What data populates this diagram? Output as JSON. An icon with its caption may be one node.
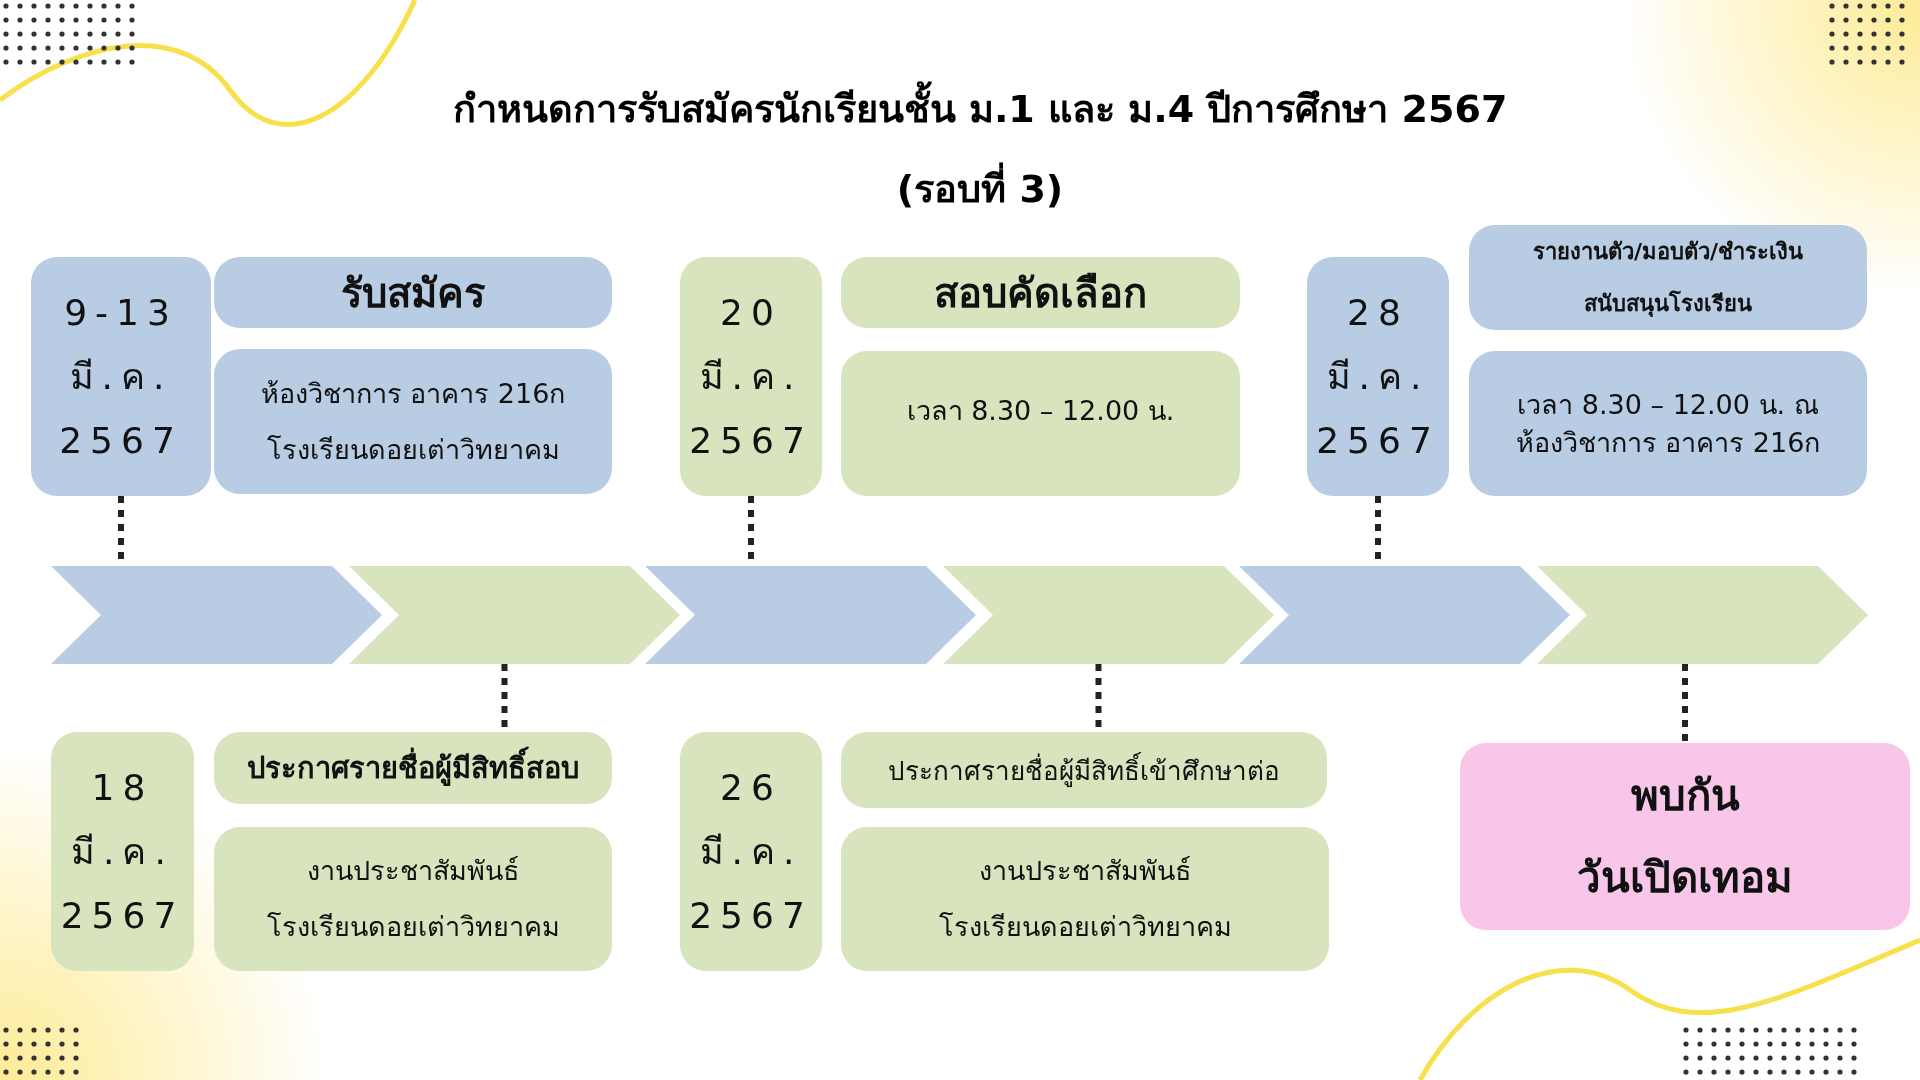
{
  "diagram": {
    "title": "กำหนดการรับสมัครนักเรียนชั้น ม.1 และ ม.4  ปีการศึกษา 2567",
    "nodes": [
      {
        "text": [
          "9-13 มี.ค. 2567"
        ]
      },
      {
        "text": [
          "รับสมัคร"
        ]
      },
      {
        "text": [
          "ห้องวิชาการ อาคาร 216ก โรงเรียนดอยเต่าวิทยาคม"
        ]
      },
      {
        "text": [
          "20 มี.ค. 2567"
        ]
      },
      {
        "text": [
          "สอบคัดเลือก"
        ]
      },
      {
        "text": [
          "เวลา 8.30 – 12.00 น."
        ]
      },
      {
        "text": [
          "28 มี.ค. 2567"
        ]
      },
      {
        "text": [
          "รายงานตัว/มอบตัว/ชำระเงิน สนับสนุนโรงเรียน"
        ]
      },
      {
        "text": [
          "เวลา 8.30 – 12.00 น. ณ ห้องวิชาการ อาคาร 216ก"
        ]
      },
      {
        "text": [],
        "shape": "chevron"
      },
      {
        "text": [],
        "shape": "chevron"
      },
      {
        "text": [],
        "shape": "chevron"
      },
      {
        "text": [],
        "shape": "chevron"
      },
      {
        "text": [],
        "shape": "chevron"
      },
      {
        "text": [],
        "shape": "chevron"
      },
      {
        "text": [
          "18 มี.ค. 2567"
        ]
      },
      {
        "text": [
          "ประกาศรายชื่อผู้มีสิทธิ์สอบ"
        ]
      },
      {
        "text": [
          "งานประชาสัมพันธ์ โรงเรียนดอยเต่าวิทยาคม"
        ]
      },
      {
        "text": [
          "26 มี.ค. 2567"
        ]
      },
      {
        "text": [
          "ประกาศรายชื่อผู้มีสิทธิ์เข้าศึกษาต่อ"
        ]
      },
      {
        "text": [
          "งานประชาสัมพันธ์ โรงเรียนดอยเต่าวิทยาคม"
        ]
      },
      {
        "text": [
          "พบกัน วันเปิดเทอม"
        ]
      }
    ],
    "edges": [
      {
        "from": 0,
        "to": 9,
        "arrow": "none",
        "style": "dashed"
      },
      {
        "from": 3,
        "to": 11,
        "arrow": "none",
        "style": "dashed"
      },
      {
        "from": 6,
        "to": 13,
        "arrow": "none",
        "style": "dashed"
      },
      {
        "from": 10,
        "to": 16,
        "arrow": "none",
        "style": "dashed"
      },
      {
        "from": 12,
        "to": 19,
        "arrow": "none",
        "style": "dashed"
      },
      {
        "from": 14,
        "to": 21,
        "arrow": "none",
        "style": "dashed"
      }
    ],
    "labels": [
      "(รอบที่ 3)"
    ]
  }
}
